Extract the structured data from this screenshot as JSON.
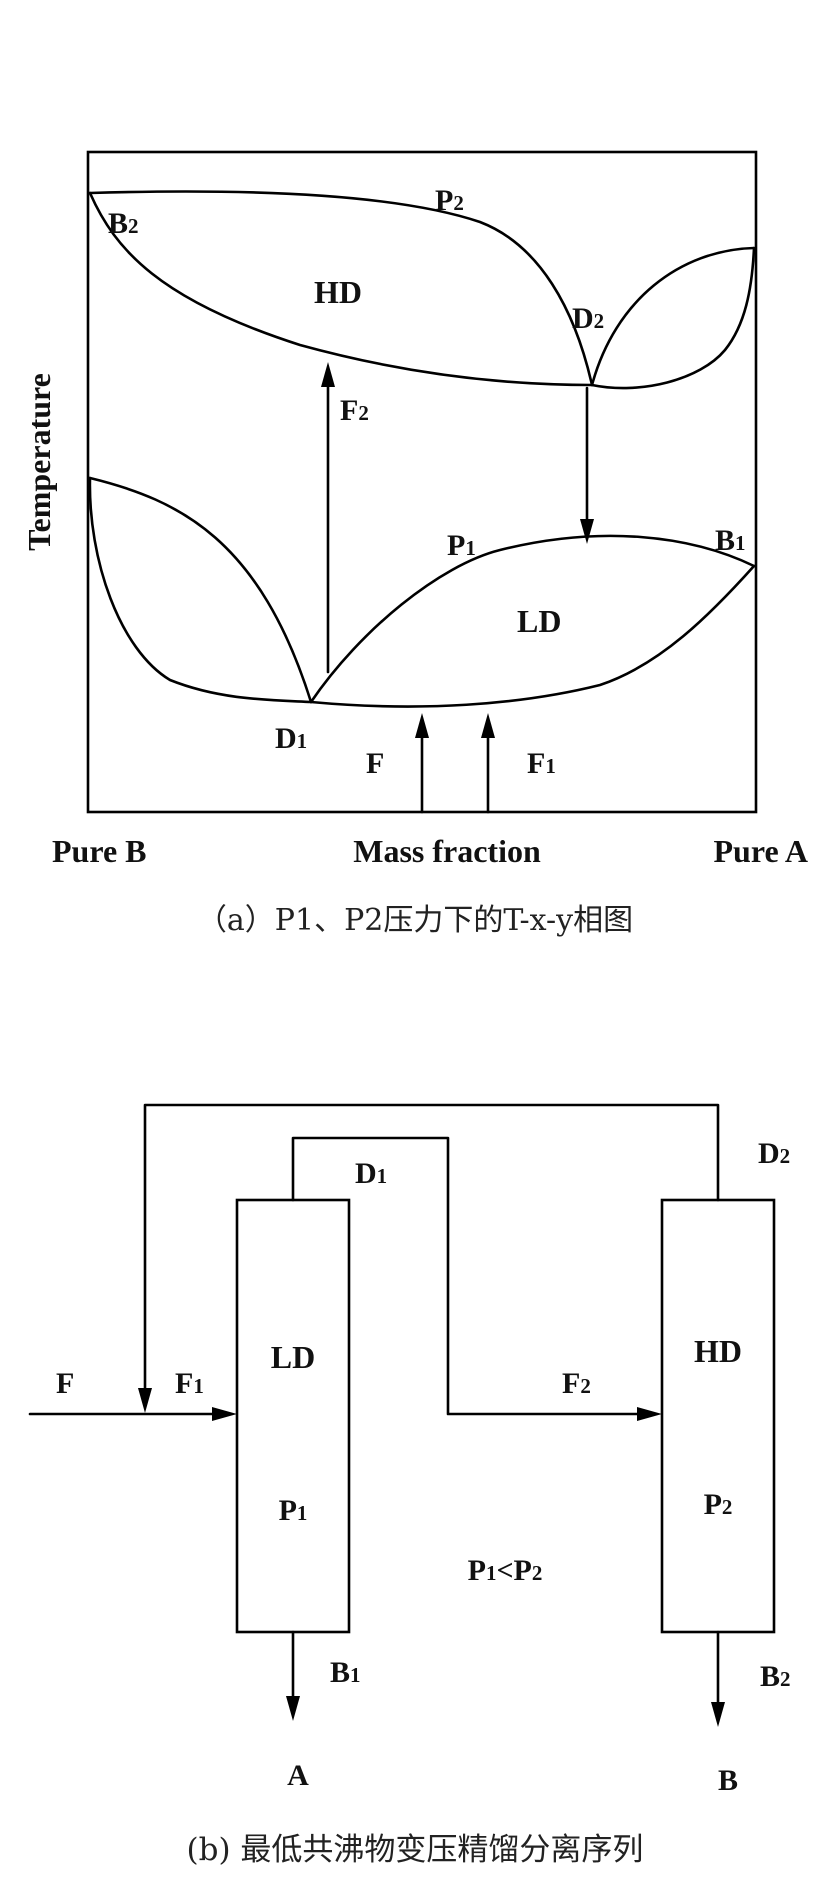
{
  "diagram_a": {
    "axis": {
      "y_label": "Temperature",
      "x_label": "Mass fraction",
      "x_left": "Pure B",
      "x_right": "Pure A"
    },
    "points": {
      "B2": {
        "main": "B",
        "sub": "2"
      },
      "P2": {
        "main": "P",
        "sub": "2"
      },
      "HD": {
        "main": "HD",
        "sub": ""
      },
      "D2": {
        "main": "D",
        "sub": "2"
      },
      "F2": {
        "main": "F",
        "sub": "2"
      },
      "P1": {
        "main": "P",
        "sub": "1"
      },
      "B1": {
        "main": "B",
        "sub": "1"
      },
      "LD": {
        "main": "LD",
        "sub": ""
      },
      "D1": {
        "main": "D",
        "sub": "1"
      },
      "F": {
        "main": "F",
        "sub": ""
      },
      "F1": {
        "main": "F",
        "sub": "1"
      }
    },
    "caption": "（a）P1、P2压力下的T-x-y相图"
  },
  "diagram_b": {
    "labels": {
      "F": {
        "main": "F",
        "sub": ""
      },
      "F1": {
        "main": "F",
        "sub": "1"
      },
      "D1": {
        "main": "D",
        "sub": "1"
      },
      "D2": {
        "main": "D",
        "sub": "2"
      },
      "F2": {
        "main": "F",
        "sub": "2"
      },
      "B1": {
        "main": "B",
        "sub": "1"
      },
      "B2": {
        "main": "B",
        "sub": "2"
      },
      "A": {
        "main": "A",
        "sub": ""
      },
      "B": {
        "main": "B",
        "sub": ""
      }
    },
    "column_ld": {
      "name": "LD",
      "pressure": {
        "main": "P",
        "sub": "1"
      }
    },
    "column_hd": {
      "name": "HD",
      "pressure": {
        "main": "P",
        "sub": "2"
      }
    },
    "relation": {
      "p": "P",
      "s1": "1",
      "op": "<",
      "p2": "P",
      "s2": "2"
    },
    "caption": "(b) 最低共沸物变压精馏分离序列"
  }
}
